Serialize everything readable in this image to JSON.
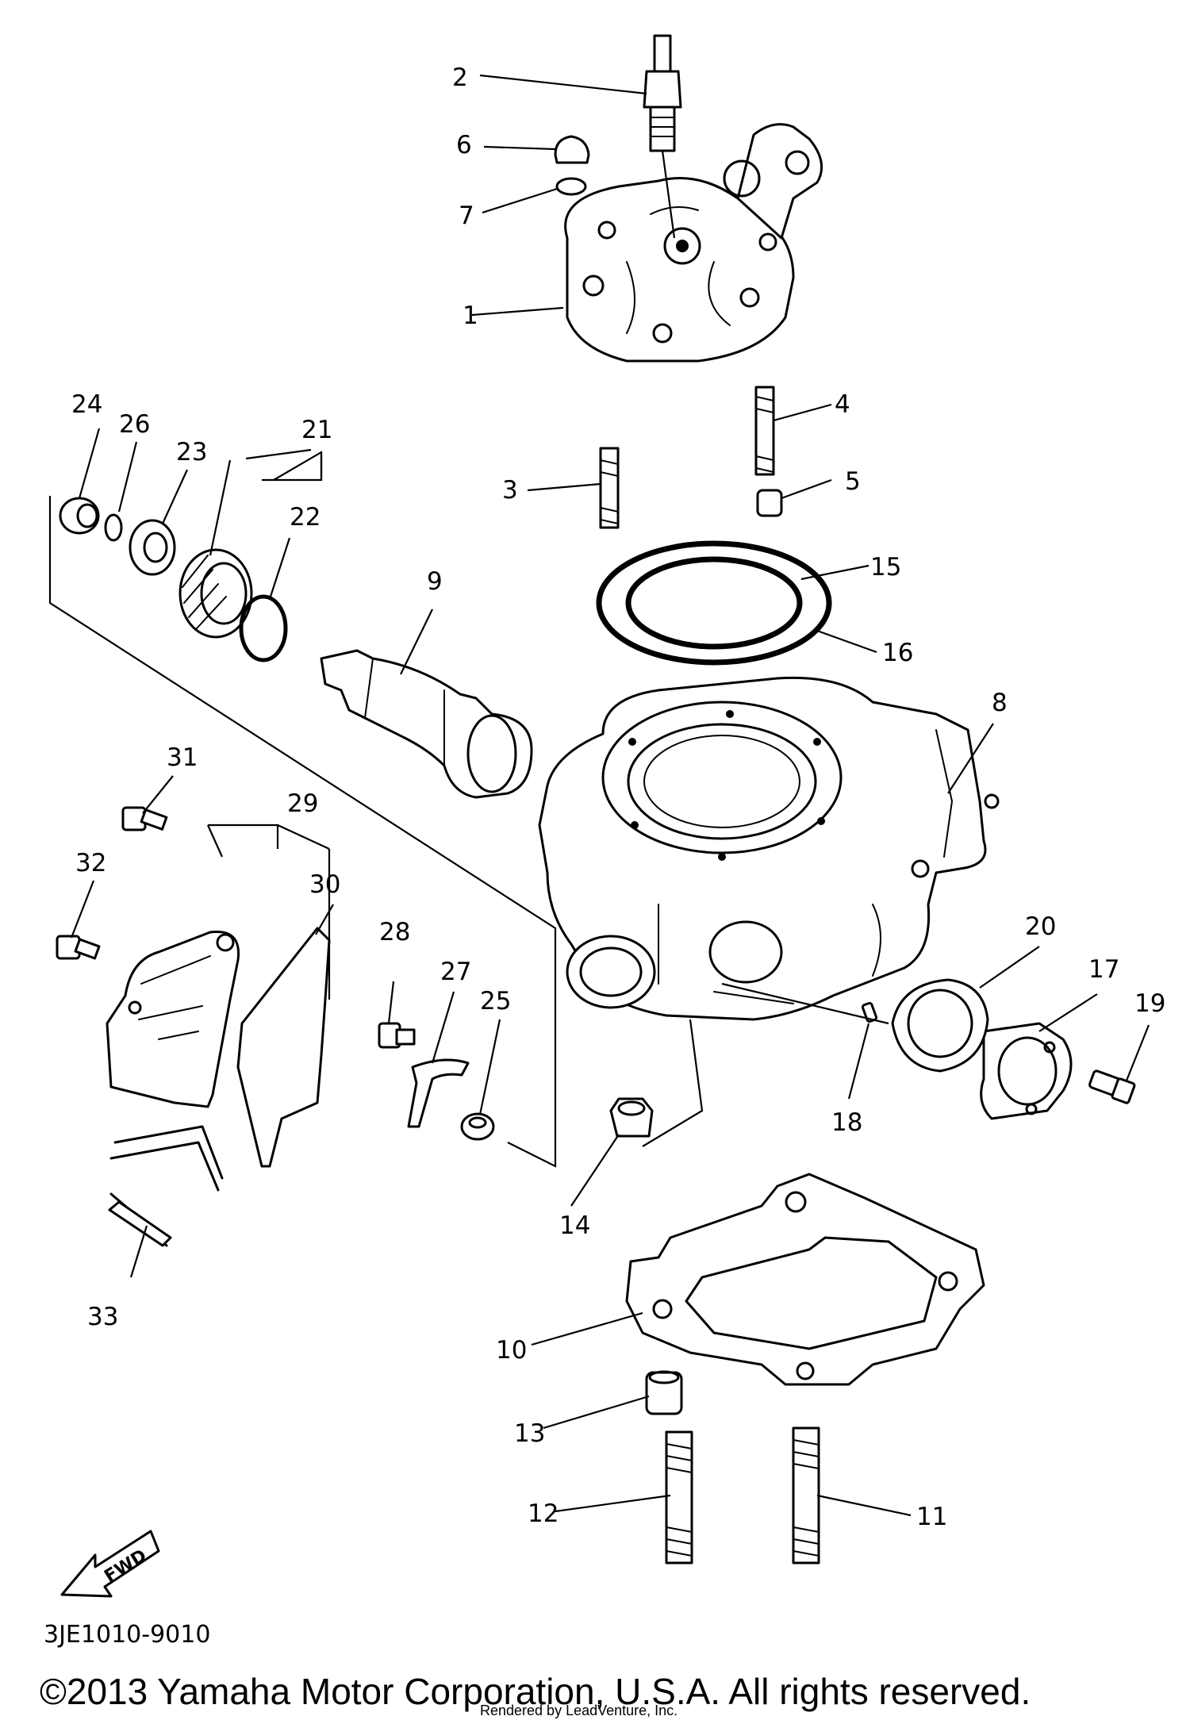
{
  "diagram": {
    "part_code": "3JE1010-9010",
    "fwd_label": "FWD",
    "copyright": "©2013 Yamaha Motor Corporation, U.S.A. All rights reserved.",
    "render_credit": "Rendered by LeadVenture, Inc.",
    "callouts": [
      "1",
      "2",
      "3",
      "4",
      "5",
      "6",
      "7",
      "8",
      "9",
      "10",
      "11",
      "12",
      "13",
      "14",
      "15",
      "16",
      "17",
      "18",
      "19",
      "20",
      "21",
      "22",
      "23",
      "24",
      "25",
      "26",
      "27",
      "28",
      "29",
      "30",
      "31",
      "32",
      "33"
    ]
  }
}
